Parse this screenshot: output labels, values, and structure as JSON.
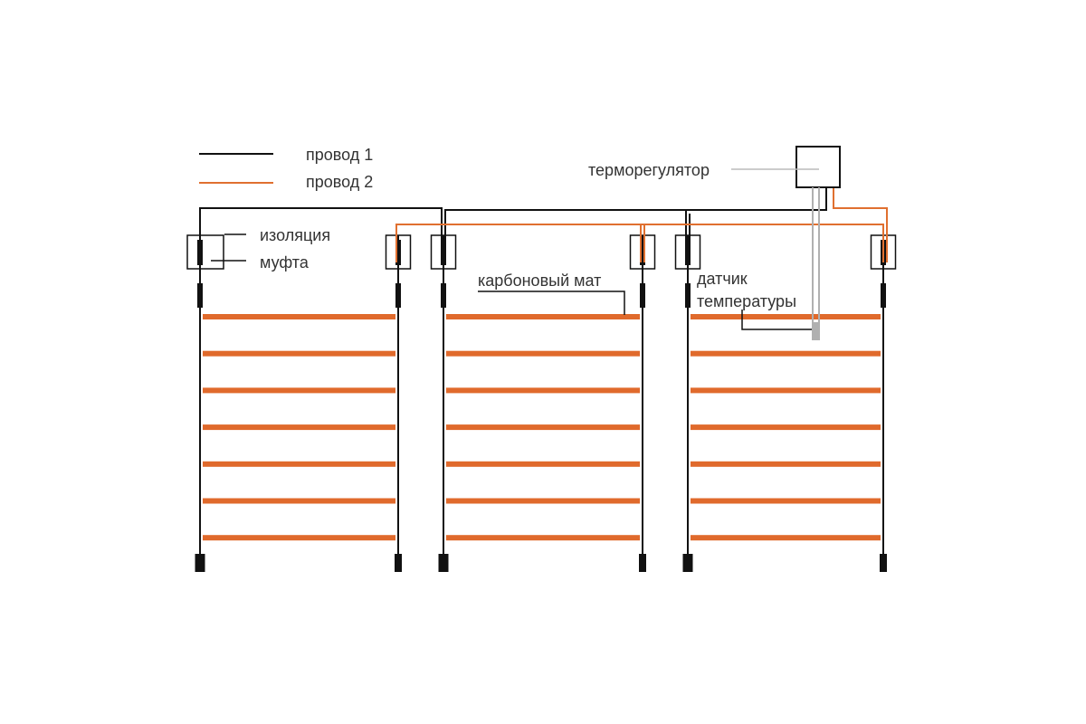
{
  "legend": {
    "wire1": "провод 1",
    "wire2": "провод 2"
  },
  "labels": {
    "thermostat": "терморегулятор",
    "insulation": "изоляция",
    "coupling": "муфта",
    "carbon_mat": "карбоновый мат",
    "sensor_line1": "датчик",
    "sensor_line2": "температуры"
  },
  "colors": {
    "wire1": "#111111",
    "wire2": "#e07030",
    "heating_strip": "#e06a2c",
    "sensor": "#b0b0b0"
  },
  "mats": 3,
  "strips_per_mat": 7
}
